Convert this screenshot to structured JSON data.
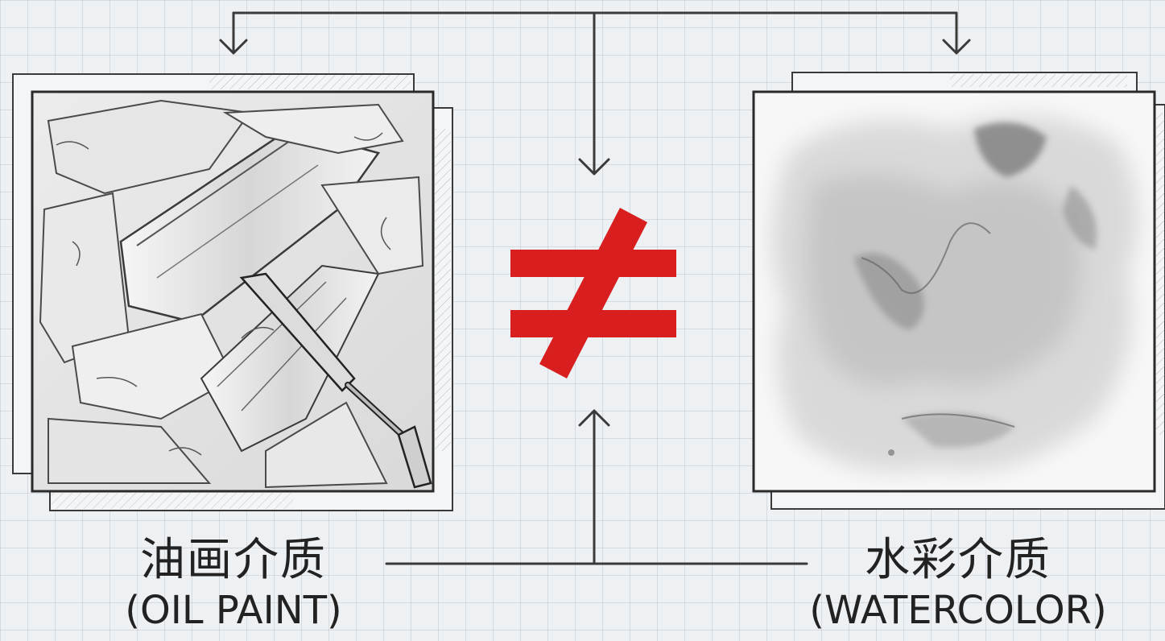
{
  "left_panel": {
    "label_zh": "油画介质",
    "label_en": "(OIL PAINT)",
    "illustration": "oil-paint-impasto-with-palette-knife"
  },
  "right_panel": {
    "label_zh": "水彩介质",
    "label_en": "(WATERCOLOR)",
    "illustration": "watercolor-wash-stain"
  },
  "center_symbol": {
    "glyph": "≠",
    "color": "#d81e1e"
  },
  "colors": {
    "background": "#eef1f4",
    "line": "#3a3a3a",
    "not_equal": "#d81e1e"
  }
}
